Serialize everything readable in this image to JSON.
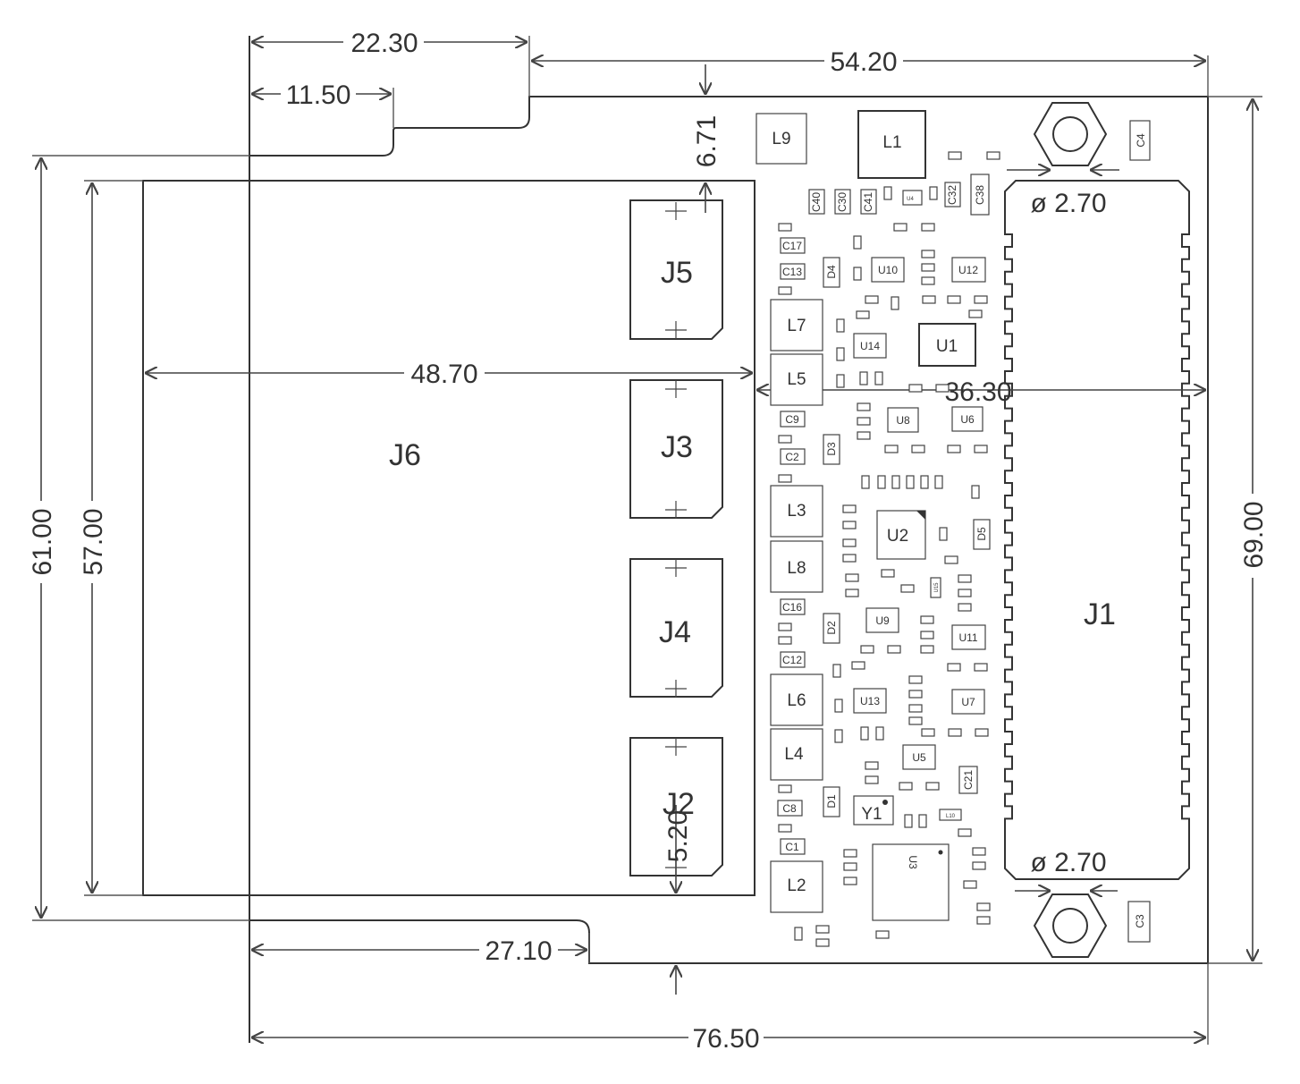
{
  "dimensions": {
    "d_22_30": "22.30",
    "d_54_20": "54.20",
    "d_11_50": "11.50",
    "d_6_71": "6.71",
    "d_61_00": "61.00",
    "d_57_00": "57.00",
    "d_48_70": "48.70",
    "d_36_30": "36.30",
    "d_69_00": "69.00",
    "d_27_10": "27.10",
    "d_76_50": "76.50",
    "d_5_20": "5.20",
    "hole_top": "ø 2.70",
    "hole_bottom": "ø 2.70"
  },
  "connectors": {
    "j1": "J1",
    "j2": "J2",
    "j3": "J3",
    "j4": "J4",
    "j5": "J5",
    "j6": "J6"
  },
  "components": {
    "L1": "L1",
    "L2": "L2",
    "L3": "L3",
    "L4": "L4",
    "L5": "L5",
    "L6": "L6",
    "L7": "L7",
    "L8": "L8",
    "L9": "L9",
    "L10": "L10",
    "U1": "U1",
    "U2": "U2",
    "U3": "U3",
    "U4": "U4",
    "U5": "U5",
    "U6": "U6",
    "U7": "U7",
    "U8": "U8",
    "U9": "U9",
    "U10": "U10",
    "U11": "U11",
    "U12": "U12",
    "U13": "U13",
    "U14": "U14",
    "U15": "U15",
    "Y1": "Y1",
    "D1": "D1",
    "D2": "D2",
    "D3": "D3",
    "D4": "D4",
    "D5": "D5",
    "C1": "C1",
    "C2": "C2",
    "C3": "C3",
    "C4": "C4",
    "C8": "C8",
    "C9": "C9",
    "C12": "C12",
    "C13": "C13",
    "C16": "C16",
    "C17": "C17",
    "C21": "C21",
    "C30": "C30",
    "C32": "C32",
    "C38": "C38",
    "C40": "C40",
    "C41": "C41"
  }
}
